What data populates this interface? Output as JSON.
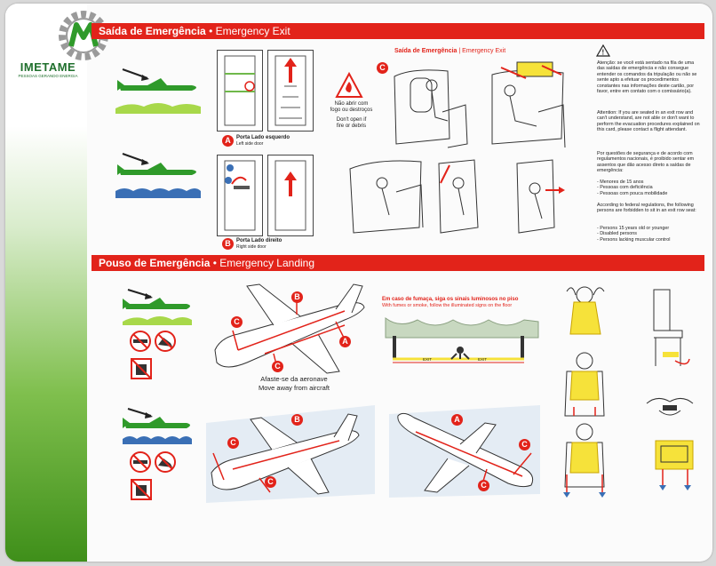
{
  "logo": {
    "name": "IMETAME",
    "tagline": "PESSOAS GERANDO ENERGIA"
  },
  "exit_section": {
    "title_pt": "Saída de Emergência",
    "separator": "•",
    "title_en": "Emergency Exit"
  },
  "landing_section": {
    "title_pt": "Pouso de Emergência",
    "separator": "•",
    "title_en": "Emergency Landing"
  },
  "door_a": {
    "letter": "A",
    "label_pt": "Porta Lado esquerdo",
    "label_en": "Left side door"
  },
  "door_b": {
    "letter": "B",
    "label_pt": "Porta Lado direito",
    "label_en": "Right side door"
  },
  "fire_warning": {
    "pt_line1": "Não abrir com",
    "pt_line2": "fogo ou destroços",
    "en_line1": "Don't open if",
    "en_line2": "fire or debris"
  },
  "window_exit": {
    "letter": "C",
    "title_pt": "Saída de Emergência",
    "separator": "|",
    "title_en": "Emergency Exit"
  },
  "attention": {
    "pt": "Atenção: se você está sentado na fila de uma das saídas de emergência e não consegue entender os comandos da tripulação ou não se sente apto a efetuar os procedimentos constantes nas informações deste cartão, por favor, entre em contato com o comissário(a).",
    "en": "Attention: If you are seated in an exit row and can't understand, are not able or don't want to perform the evacuation procedures explained on this card, please contact a flight attendant.",
    "pt_rules": "Por questões de segurança e de acordo com regulamentos nacionais, é proibido sentar em assentos que dão acesso direto a saídas de emergência:",
    "pt_list": [
      "- Menores de 15 anos",
      "- Pessoas com deficiência",
      "- Pessoas com pouca mobilidade"
    ],
    "en_rules": "According to federal regulations, the following persons are forbidden to sit in an exit row seat:",
    "en_list": [
      "- Persons 15 years old or younger",
      "- Disabled persons",
      "- Persons lacking muscular control"
    ]
  },
  "move_away": {
    "pt": "Afaste-se da aeronave",
    "en": "Move away from aircraft"
  },
  "smoke": {
    "pt": "Em caso de fumaça, siga os sinais luminosos no piso",
    "en": "With fumes or smoke, follow the illuminated signs on the floor",
    "exit_label": "EXIT"
  },
  "landing_letters": {
    "a": "A",
    "b": "B",
    "c": "C"
  },
  "colors": {
    "red": "#e2231a",
    "green": "#2f9a2a",
    "lime": "#a8d84a",
    "blue": "#3a6fb5",
    "yellow": "#f6e23a"
  }
}
